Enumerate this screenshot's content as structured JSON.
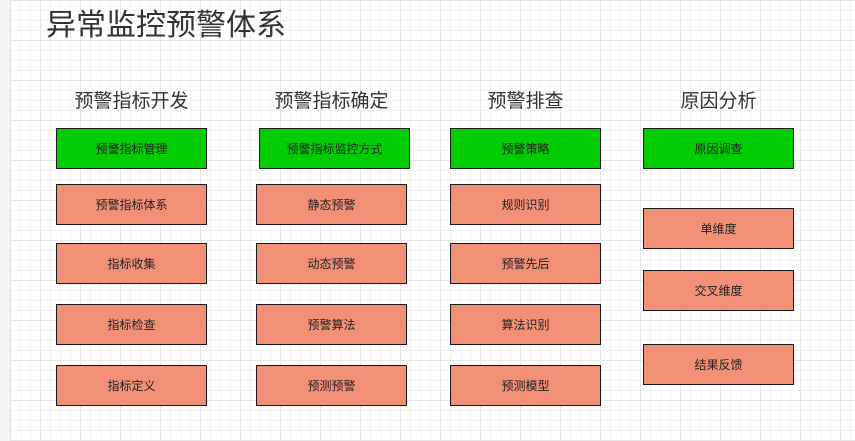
{
  "title": "异常监控预警体系",
  "colors": {
    "header_box": "#00cc00",
    "item_box": "#f28f77",
    "border": "#1a1a1a"
  },
  "columns": [
    {
      "heading": "预警指标开发",
      "header_box": "预警指标管理",
      "items": [
        "预警指标体系",
        "指标收集",
        "指标检查",
        "指标定义"
      ]
    },
    {
      "heading": "预警指标确定",
      "header_box": "预警指标监控方式",
      "items": [
        "静态预警",
        "动态预警",
        "预警算法",
        "预测预警"
      ]
    },
    {
      "heading": "预警排查",
      "header_box": "预警策略",
      "items": [
        "规则识别",
        "预警先后",
        "算法识别",
        "预测模型"
      ]
    },
    {
      "heading": "原因分析",
      "header_box": "原因调查",
      "items": [
        "单维度",
        "交叉维度",
        "结果反馈"
      ]
    }
  ]
}
